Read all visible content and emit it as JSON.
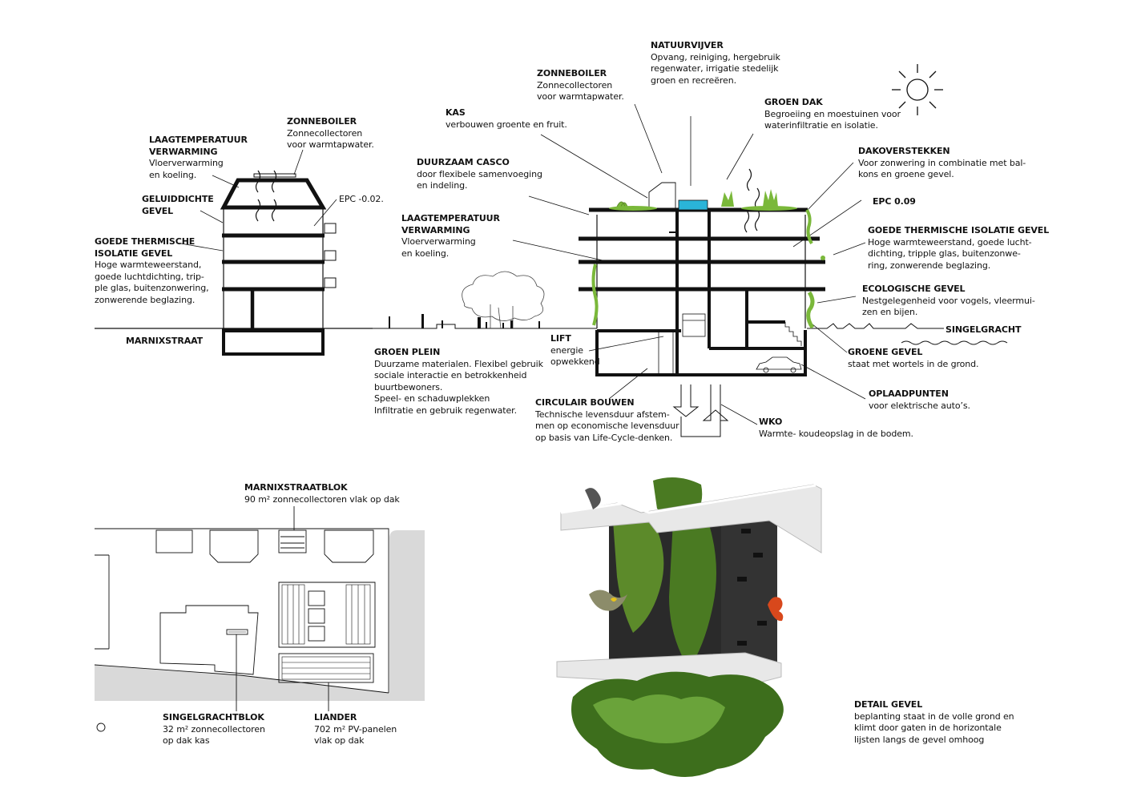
{
  "labels": {
    "z1_title": "ZONNEBOILER",
    "z1_line1": "Zonnecollectoren",
    "z1_line2": "voor warmtapwater.",
    "lt1_title1": "LAAGTEMPERATUUR",
    "lt1_title2": "VERWARMING",
    "lt1_line1": "Vloerverwarming",
    "lt1_line2": "en koeling.",
    "gg_title1": "GELUIDDICHTE",
    "gg_title2": "GEVEL",
    "epc1": "EPC -0.02.",
    "gti1_title1": "GOEDE THERMISCHE",
    "gti1_title2": "ISOLATIE GEVEL",
    "gti1_line1": "Hoge warmteweerstand,",
    "gti1_line2": "goede luchtdichting, trip-",
    "gti1_line3": "ple glas, buitenzonwering,",
    "gti1_line4": "zonwerende beglazing.",
    "marnix": "MARNIXSTRAAT",
    "nv_title": "NATUURVIJVER",
    "nv_line1": "Opvang, reiniging, hergebruik",
    "nv_line2": "regenwater, irrigatie stedelijk",
    "nv_line3": "groen en recreëren.",
    "z2_title": "ZONNEBOILER",
    "z2_line1": "Zonnecollectoren",
    "z2_line2": "voor warmtapwater.",
    "kas_title": "KAS",
    "kas_line1": "verbouwen groente en fruit.",
    "gd_title": "GROEN DAK",
    "gd_line1": "Begroeiing en moestuinen voor",
    "gd_line2": "waterinfiltratie en isolatie.",
    "dc_title": "DUURZAAM CASCO",
    "dc_line1": "door flexibele samenvoeging",
    "dc_line2": "en indeling.",
    "dv_title": "DAKOVERSTEKKEN",
    "dv_line1": "Voor zonwering in combinatie met bal-",
    "dv_line2": "kons en groene gevel.",
    "epc2": "EPC 0.09",
    "lt2_title1": "LAAGTEMPERATUUR",
    "lt2_title2": "VERWARMING",
    "lt2_line1": "Vloerverwarming",
    "lt2_line2": "en koeling.",
    "gti2_title": "GOEDE THERMISCHE ISOLATIE GEVEL",
    "gti2_line1": "Hoge warmteweerstand, goede lucht-",
    "gti2_line2": "dichting, tripple glas, buitenzonwe-",
    "gti2_line3": "ring, zonwerende beglazing.",
    "eg_title": "ECOLOGISCHE GEVEL",
    "eg_line1": "Nestgelegenheid voor vogels, vleermui-",
    "eg_line2": "zen en bijen.",
    "singel": "SINGELGRACHT",
    "gp_title": "GROEN PLEIN",
    "gp_line1": "Duurzame materialen. Flexibel gebruik",
    "gp_line2": "sociale interactie en betrokkenheid",
    "gp_line3": "buurtbewoners.",
    "gp_line4": "Speel- en schaduwplekken",
    "gp_line5": "Infiltratie en gebruik regenwater.",
    "lift_title": "LIFT",
    "lift_line1": "energie",
    "lift_line2": "opwekkend",
    "gv_title": "GROENE GEVEL",
    "gv_line1": "staat met wortels in de grond.",
    "cb_title": "CIRCULAIR BOUWEN",
    "cb_line1": "Technische levensduur afstem-",
    "cb_line2": "men op economische levensduur",
    "cb_line3": "op basis van Life-Cycle-denken.",
    "op_title": "OPLAADPUNTEN",
    "op_line1": "voor elektrische auto’s.",
    "wko_title": "WKO",
    "wko_line1": "Warmte- koudeopslag in de bodem.",
    "mb_title": "MARNIXSTRAATBLOK",
    "mb_line1": "90 m² zonnecollectoren vlak op dak",
    "sb_title": "SINGELGRACHTBLOK",
    "sb_line1": "32 m² zonnecollectoren",
    "sb_line2": "op dak kas",
    "li_title": "LIANDER",
    "li_line1": "702 m² PV-panelen",
    "li_line2": "vlak op dak",
    "dg_title": "DETAIL GEVEL",
    "dg_line1": "beplanting staat in de volle grond en",
    "dg_line2": "klimt door gaten in de horizontale",
    "dg_line3": "lijsten langs de gevel omhoog"
  },
  "colors": {
    "ink": "#111111",
    "plant_green": "#7ab83a",
    "pond_blue": "#2ab4d8",
    "map_grey": "#d9d9d9",
    "brick": "#2a2a2a",
    "moss": "#5c8a2a",
    "butterfly": "#d8481c"
  }
}
